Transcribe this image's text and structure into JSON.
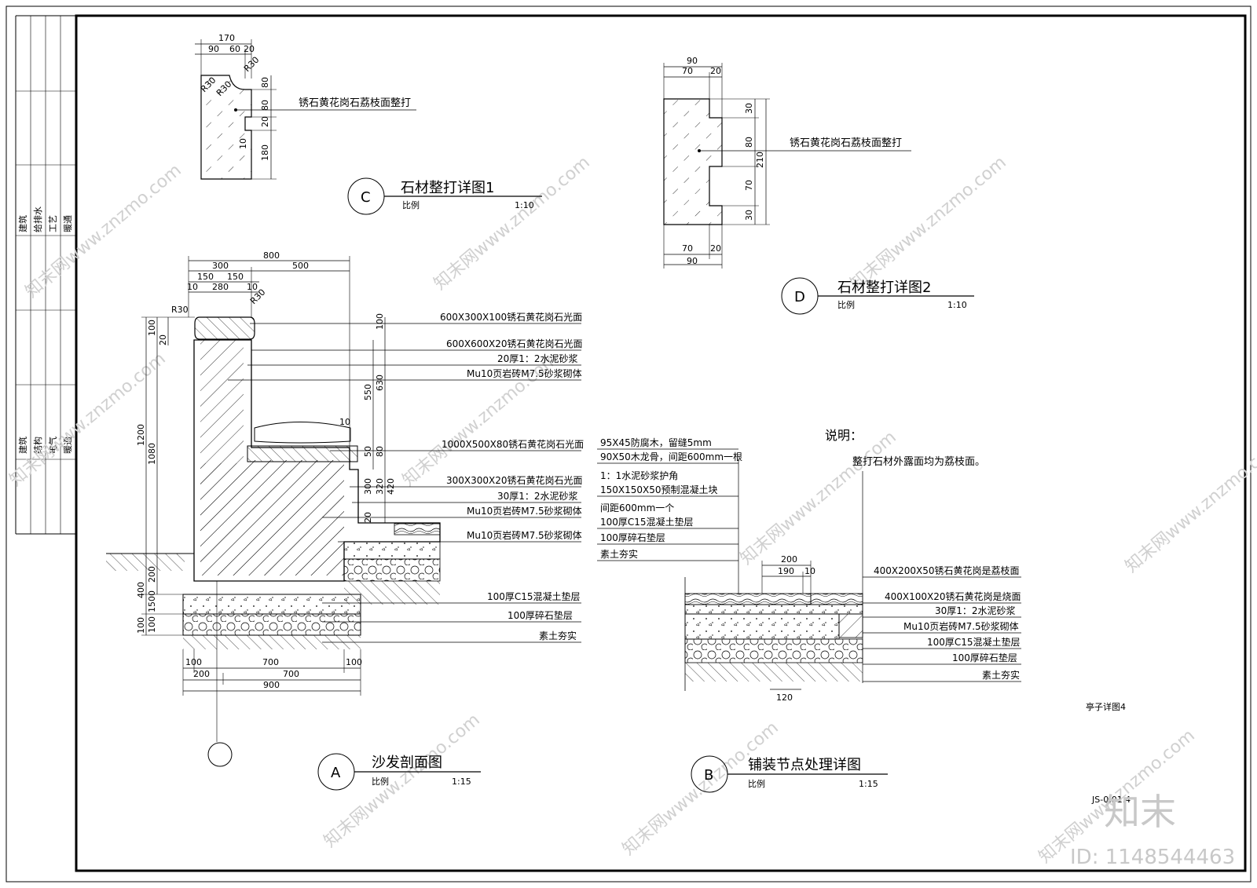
{
  "sheet": {
    "figure_label": "亭子详图4",
    "drawing_number": "JS-0.01.4",
    "watermarks": {
      "brand": "知末",
      "id": "ID: 1148544463",
      "site": "知末网www.znzmo.com"
    },
    "title_block": {
      "group1": [
        "建筑",
        "给排水",
        "工艺",
        "暖通"
      ],
      "group2": [
        "建筑",
        "结构",
        "电气",
        "暖通"
      ]
    }
  },
  "notes": {
    "heading": "说明：",
    "text": "整打石材外露面均为荔枝面。"
  },
  "detail_c": {
    "marker": "C",
    "title": "石材整打详图1",
    "scale_label": "比例",
    "scale": "1:10",
    "callout": "锈石黄花岗石荔枝面整打",
    "dims_top": [
      "170",
      "90",
      "60",
      "20"
    ],
    "dims_right": [
      "80",
      "80",
      "20",
      "180"
    ],
    "radii": [
      "R30",
      "R30",
      "R30"
    ],
    "inner": "10"
  },
  "detail_d": {
    "marker": "D",
    "title": "石材整打详图2",
    "scale_label": "比例",
    "scale": "1:10",
    "callout": "锈石黄花岗石荔枝面整打",
    "dims_top": [
      "90",
      "70",
      "20"
    ],
    "dims_bottom": [
      "70",
      "20",
      "90"
    ],
    "dims_right": [
      "30",
      "80",
      "70",
      "30"
    ],
    "dims_total": "210"
  },
  "detail_a": {
    "marker": "A",
    "title": "沙发剖面图",
    "scale_label": "比例",
    "scale": "1:15",
    "dims_top": [
      "800",
      "300",
      "500",
      "150",
      "150",
      "10",
      "280",
      "10"
    ],
    "radii": [
      "R30",
      "R30"
    ],
    "dims_left": [
      "100",
      "20",
      "1200",
      "1080",
      "200",
      "400",
      "100",
      "1500",
      "100"
    ],
    "dims_inner": [
      "100",
      "630",
      "550",
      "10",
      "50",
      "80",
      "300",
      "320",
      "420",
      "20"
    ],
    "dims_bottom": [
      "100",
      "700",
      "100",
      "200",
      "700",
      "900"
    ],
    "callouts": [
      "600X300X100锈石黄花岗石光面",
      "600X600X20锈石黄花岗石光面",
      "20厚1：2水泥砂浆",
      "Mu10页岩砖M7.5砂浆砌体",
      "1000X500X80锈石黄花岗石光面",
      "300X300X20锈石黄花岗石光面",
      "30厚1：2水泥砂浆",
      "Mu10页岩砖M7.5砂浆砌体",
      "Mu10页岩砖M7.5砂浆砌体",
      "100厚C15混凝土垫层",
      "100厚碎石垫层",
      "素土夯实"
    ]
  },
  "detail_b": {
    "marker": "B",
    "title": "铺装节点处理详图",
    "scale_label": "比例",
    "scale": "1:15",
    "callouts_left": [
      "95X45防腐木，留缝5mm",
      "90X50木龙骨，间距600mm一根",
      "1：1水泥砂浆护角",
      "150X150X50预制混凝土块",
      "间距600mm一个",
      "100厚C15混凝土垫层",
      "100厚碎石垫层",
      "素土夯实"
    ],
    "callouts_right": [
      "400X200X50锈石黄花岗是荔枝面",
      "400X100X20锈石黄花岗是烧面",
      "30厚1：2水泥砂浆",
      "Mu10页岩砖M7.5砂浆砌体",
      "100厚C15混凝土垫层",
      "100厚碎石垫层",
      "素土夯实"
    ],
    "dims": [
      "200",
      "190",
      "10",
      "120"
    ]
  }
}
